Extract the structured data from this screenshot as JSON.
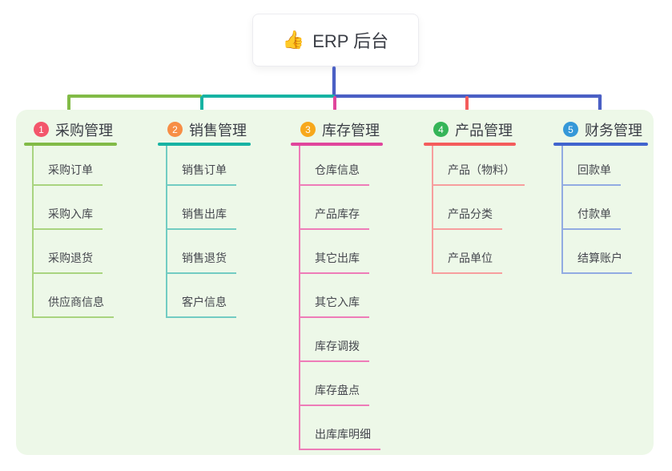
{
  "root": {
    "label": "ERP 后台",
    "icon": "thumbs-up-icon",
    "icon_glyph": "👍"
  },
  "colors": {
    "page_bg": "#ffffff",
    "panel_bg": "#edf8e8",
    "connector_blue": "#4a5fc4",
    "title_text": "#3b3e46",
    "child_text": "#45474e"
  },
  "branches": [
    {
      "num": "1",
      "label": "采购管理",
      "color": "#82bb47",
      "light": "#a9d47f",
      "badge_color": "#f3566b",
      "children": [
        "采购订单",
        "采购入库",
        "采购退货",
        "供应商信息"
      ]
    },
    {
      "num": "2",
      "label": "销售管理",
      "color": "#17b3a3",
      "light": "#72ccc2",
      "badge_color": "#f78e45",
      "children": [
        "销售订单",
        "销售出库",
        "销售退货",
        "客户信息"
      ]
    },
    {
      "num": "3",
      "label": "库存管理",
      "color": "#e0459c",
      "light": "#ee7cb8",
      "badge_color": "#f7a81c",
      "children": [
        "仓库信息",
        "产品库存",
        "其它出库",
        "其它入库",
        "库存调拨",
        "库存盘点",
        "出库库明细"
      ]
    },
    {
      "num": "4",
      "label": "产品管理",
      "color": "#f45c5c",
      "light": "#f79e9e",
      "badge_color": "#35b558",
      "children": [
        "产品（物料）",
        "产品分类",
        "产品单位"
      ]
    },
    {
      "num": "5",
      "label": "财务管理",
      "color": "#4164ce",
      "light": "#92abe2",
      "badge_color": "#3598d8",
      "children": [
        "回款单",
        "付款单",
        "结算账户"
      ]
    }
  ]
}
